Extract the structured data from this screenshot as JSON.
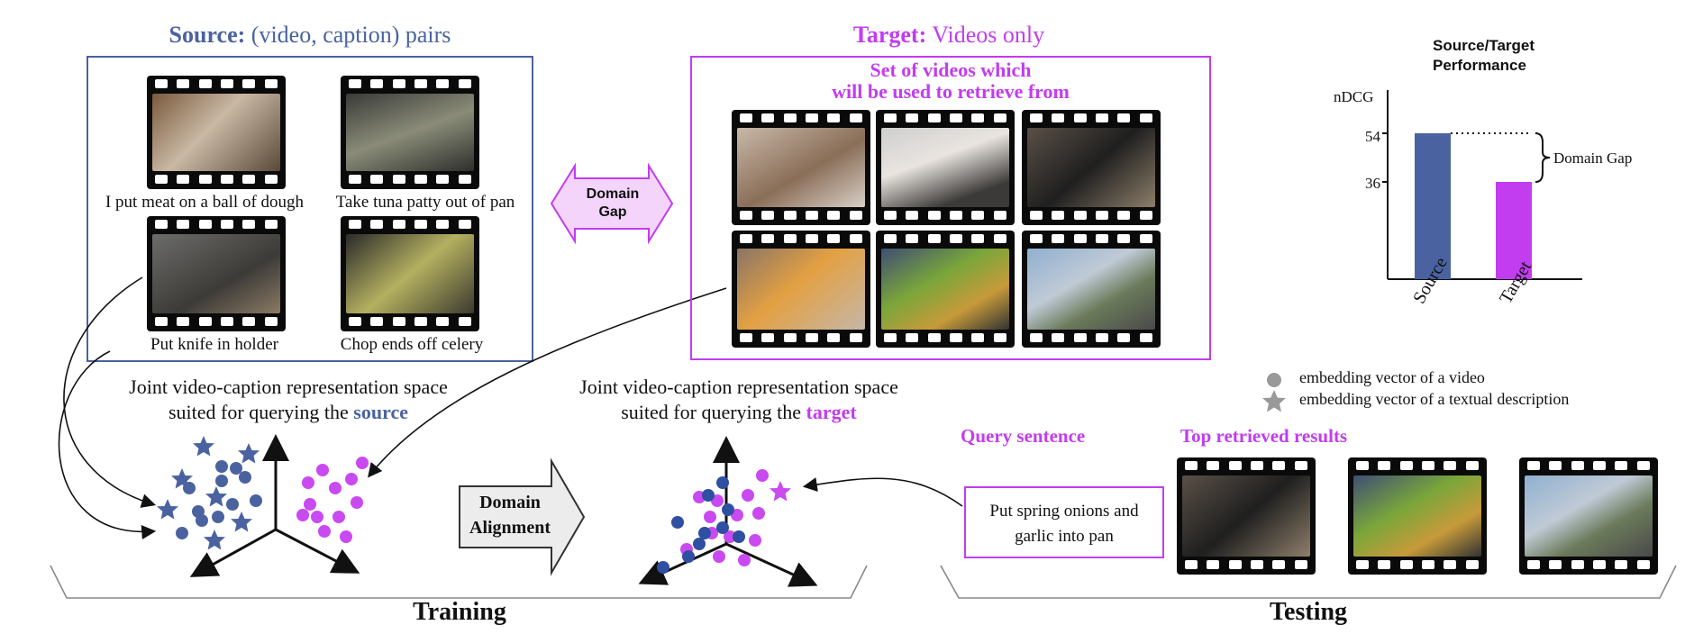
{
  "source": {
    "title_bold": "Source:",
    "title_rest": "(video, caption) pairs",
    "captions": [
      "I put meat on a ball of dough",
      "Take tuna patty out of pan",
      "Put knife in holder",
      "Chop ends off celery"
    ]
  },
  "target": {
    "title_bold": "Target:",
    "title_rest": "Videos only",
    "subtitle_line1": "Set of videos which",
    "subtitle_line2": "will be used to retrieve from"
  },
  "domain_gap_arrow": {
    "line1": "Domain",
    "line2": "Gap"
  },
  "chart_data": {
    "type": "bar",
    "title_line1": "Source/Target",
    "title_line2": "Performance",
    "ylabel": "nDCG",
    "categories": [
      "Source",
      "Target"
    ],
    "values": [
      54,
      36
    ],
    "yticks": [
      "54",
      "36"
    ],
    "annotation": "Domain Gap",
    "colors": [
      "#4a63a0",
      "#c23cf0"
    ]
  },
  "legend": {
    "video": "embedding vector of a video",
    "text": "embedding vector of a textual description"
  },
  "space_source": {
    "line1": "Joint video-caption representation space",
    "line2_prefix": "suited for querying the",
    "line2_highlight": "source"
  },
  "space_target": {
    "line1": "Joint video-caption representation space",
    "line2_prefix": "suited for querying the",
    "line2_highlight": "target"
  },
  "alignment_arrow": {
    "line1": "Domain",
    "line2": "Alignment"
  },
  "query": {
    "label": "Query sentence",
    "text_line1": "Put spring onions and",
    "text_line2": "garlic into pan"
  },
  "results": {
    "label": "Top retrieved results"
  },
  "sections": {
    "training": "Training",
    "testing": "Testing"
  },
  "colors": {
    "source": "#4a63a0",
    "target": "#c23cf0",
    "dark_blue": "#2f4fa3"
  }
}
